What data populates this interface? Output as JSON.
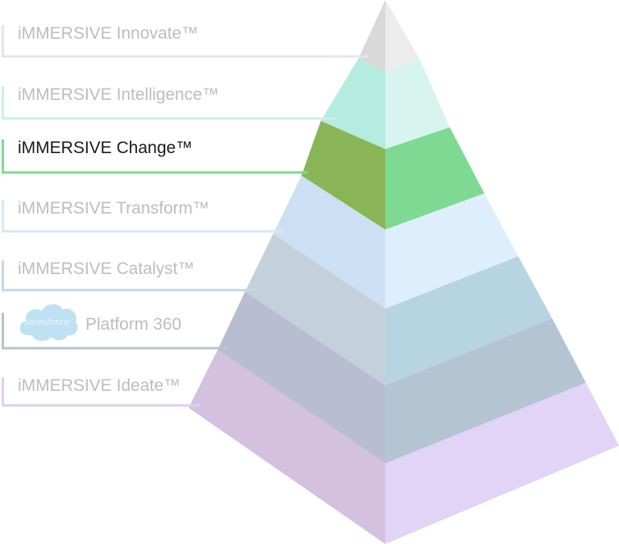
{
  "tiers": [
    {
      "id": "innovate",
      "label": "iMMERSIVE Innovate™",
      "active": false,
      "line_color": "#e6e6e6",
      "left_face": "#d9d9d9",
      "right_face": "#ececec"
    },
    {
      "id": "intelligence",
      "label": "iMMERSIVE Intelligence™",
      "active": false,
      "line_color": "#cdeee6",
      "left_face": "#b5ece0",
      "right_face": "#d7f4ef"
    },
    {
      "id": "change",
      "label": "iMMERSIVE Change™",
      "active": true,
      "line_color": "#7fd991",
      "left_face": "#8ab556",
      "right_face": "#7ed992"
    },
    {
      "id": "transform",
      "label": "iMMERSIVE Transform™",
      "active": false,
      "line_color": "#d9e8f6",
      "left_face": "#cde0f3",
      "right_face": "#dfeefc"
    },
    {
      "id": "catalyst",
      "label": "iMMERSIVE Catalyst™",
      "active": false,
      "line_color": "#c3d9e4",
      "left_face": "#c4d1dc",
      "right_face": "#b7d5e1"
    },
    {
      "id": "platform",
      "label": "Platform 360",
      "active": false,
      "line_color": "#b8c2cf",
      "left_face": "#b9bdd2",
      "right_face": "#b4c4d2"
    },
    {
      "id": "ideate",
      "label": "iMMERSIVE Ideate™",
      "active": false,
      "line_color": "#dcd0ee",
      "left_face": "#d4c1e0",
      "right_face": "#e1d4f6"
    }
  ],
  "logo": {
    "text": "salesforce",
    "color": "#bfe1f4",
    "text_color": "#eaf6fd"
  }
}
